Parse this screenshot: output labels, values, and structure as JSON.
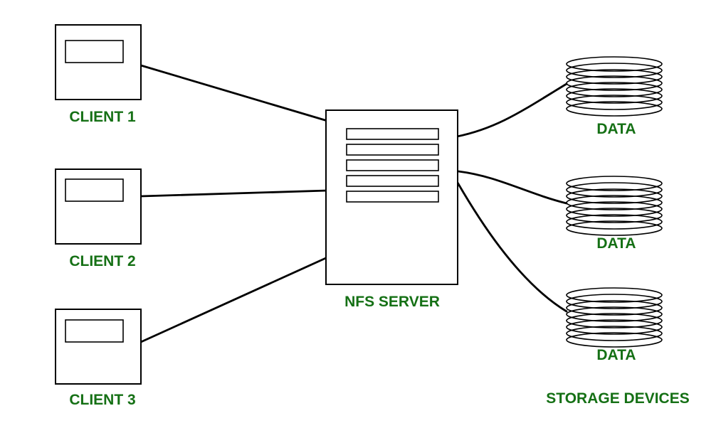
{
  "diagram": {
    "background": "#ffffff",
    "colors": {
      "label": "#157015",
      "line": "#000000"
    },
    "clients": [
      {
        "label": "CLIENT 1"
      },
      {
        "label": "CLIENT 2"
      },
      {
        "label": "CLIENT 3"
      }
    ],
    "server": {
      "label": "NFS SERVER"
    },
    "storage": {
      "devices": [
        {
          "label": "DATA"
        },
        {
          "label": "DATA"
        },
        {
          "label": "DATA"
        }
      ],
      "group_label": "STORAGE DEVICES"
    }
  }
}
